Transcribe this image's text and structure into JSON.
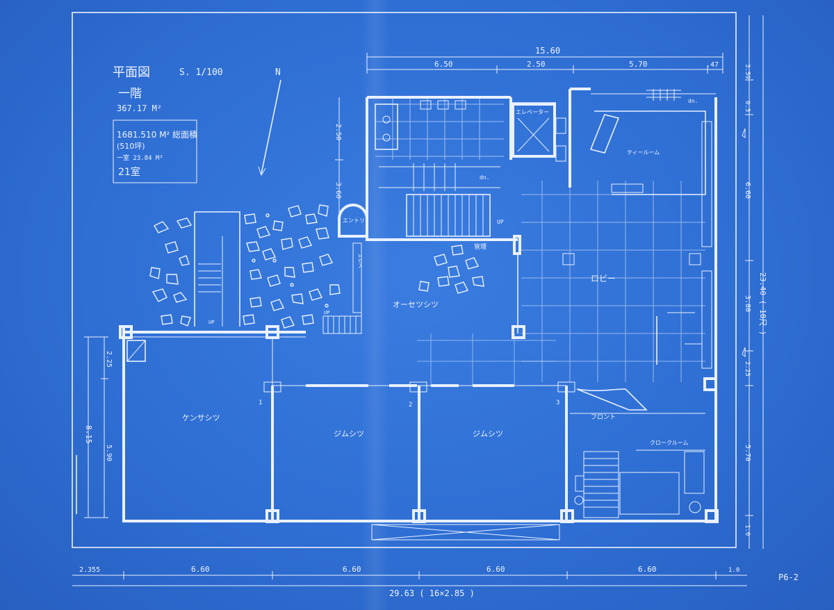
{
  "title_block": {
    "title": "平面図",
    "scale": "S. 1/100",
    "floor": "一階",
    "area": "367.17 M²",
    "total_area": "1681.510 M² 総面積",
    "total_area_sub": "(510坪)",
    "per_room": "一室 23.84 M²",
    "rooms": "21室",
    "north": "N"
  },
  "dimensions": {
    "top_overall": "15.60",
    "top_segments": [
      "6.50",
      "2.50",
      "5.70",
      ".47"
    ],
    "bottom_overall": "29.63 ( 16×2.85 )",
    "bottom_segments": [
      "2.355",
      "6.60",
      "6.60",
      "6.60",
      "6.60",
      "1.0"
    ],
    "right_overall": "23.40 ( 18尺 )",
    "right_segments": [
      "3.59",
      "0.5",
      "6.60",
      "3.80",
      "2.25",
      "5.70",
      "1.0"
    ],
    "left_middle": [
      "2.25",
      "8.15",
      "5.90"
    ],
    "mid_vertical": [
      "2.50",
      "3.60"
    ]
  },
  "room_labels": {
    "ロビー": "ロビー",
    "office": "オーセツシツ",
    "kensa": "ケンサシツ",
    "jimu1": "ジムシツ",
    "jimu2": "ジムシツ",
    "front": "フロント",
    "cloak": "クロークルーム",
    "tearoom": "ティールーム",
    "elevator": "エレベーター",
    "entry": "エントリ",
    "kanri": "管理",
    "ev_small": "エレベ",
    "up1": "UP",
    "up2": "UP",
    "up3": "UP",
    "dn1": "dn.",
    "dn2": "dn.",
    "grid1": "1",
    "grid2": "2",
    "grid3": "3"
  },
  "sheet_number": "P6-2"
}
